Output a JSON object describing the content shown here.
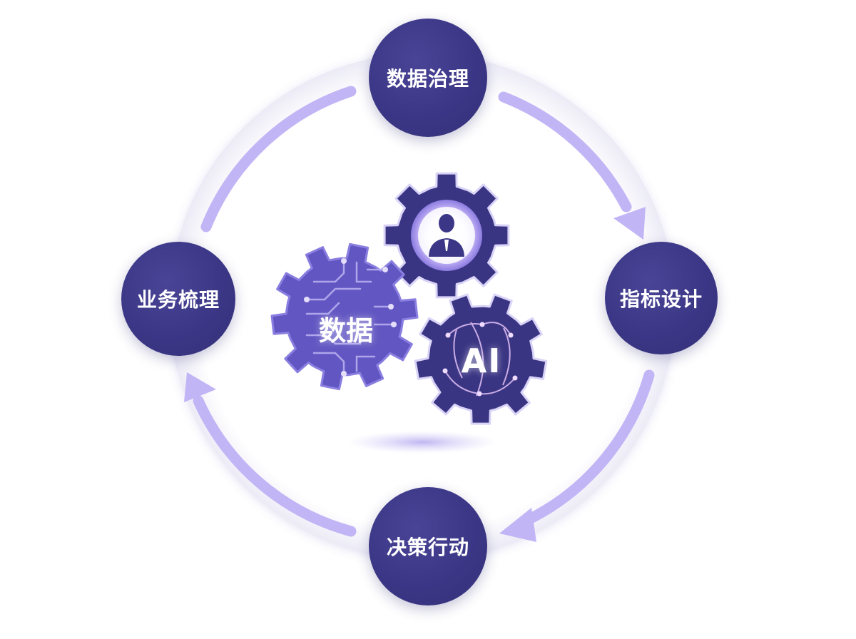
{
  "cycle": {
    "nodes": {
      "top": "数据治理",
      "right": "指标设计",
      "bottom": "决策行动",
      "left": "业务梳理"
    }
  },
  "center": {
    "data_gear_label": "数据",
    "ai_gear_label": "AI"
  },
  "colors": {
    "node_fill": "#3b3786",
    "arrow": "#c2b5f6",
    "gear_data": "#6257c2",
    "gear_dark": "#3a3583",
    "ring": "#f4f3fb"
  }
}
